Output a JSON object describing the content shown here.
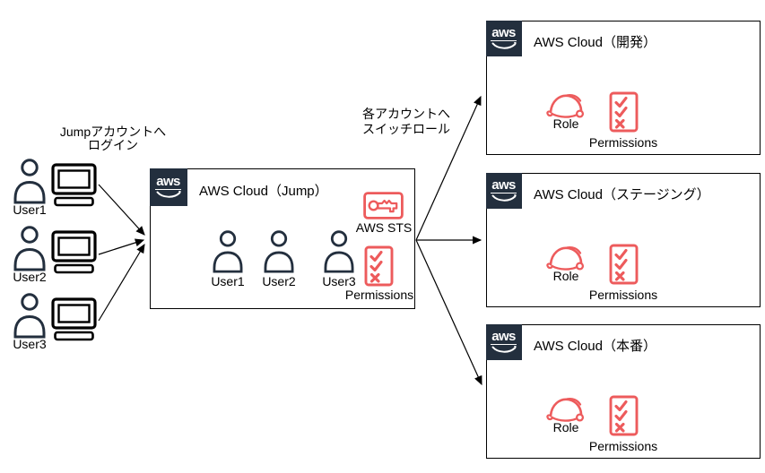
{
  "diagram_title": "AWS jump-account switch-role diagram",
  "colors": {
    "aws_navy": "#232F3E",
    "icon_red": "#ED5B5C",
    "line_black": "#000000",
    "background": "#FFFFFF"
  },
  "login_label": {
    "line1": "Jumpアカウントへ",
    "line2": "ログイン"
  },
  "switch_label": {
    "line1": "各アカウントへ",
    "line2": "スイッチロール"
  },
  "client_users": [
    {
      "label": "User1"
    },
    {
      "label": "User2"
    },
    {
      "label": "User3"
    }
  ],
  "jump_account": {
    "logo_text": "aws",
    "title": "AWS Cloud（Jump）",
    "users": [
      "User1",
      "User2",
      "User3"
    ],
    "sts_label": "AWS STS",
    "permissions_label": "Permissions"
  },
  "accounts": [
    {
      "logo_text": "aws",
      "title": "AWS Cloud（開発）",
      "role_label": "Role",
      "permissions_label": "Permissions"
    },
    {
      "logo_text": "aws",
      "title": "AWS Cloud（ステージング）",
      "role_label": "Role",
      "permissions_label": "Permissions"
    },
    {
      "logo_text": "aws",
      "title": "AWS Cloud（本番）",
      "role_label": "Role",
      "permissions_label": "Permissions"
    }
  ]
}
